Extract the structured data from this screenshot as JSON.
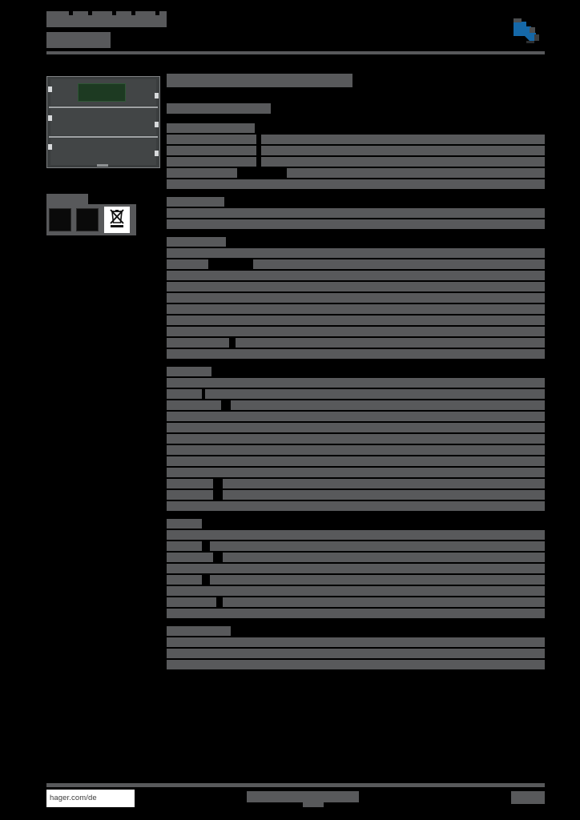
{
  "document": {
    "kind": "product-datasheet",
    "redacted": true,
    "background_color": "#000000",
    "redaction_color": "#58595b",
    "brand_color": "#1568a8"
  },
  "header": {
    "title_redacted": true,
    "title_line1_width": 150,
    "title_line2_width": 80,
    "logo_name": "hager-logo",
    "logo_color": "#1568a8"
  },
  "left_column": {
    "product_image": {
      "name": "product-photo",
      "body_color": "#3a3d3e",
      "display_color": "#1d3a22",
      "rows": 3
    },
    "certifications": {
      "name": "certification-icons",
      "icons": [
        "mark-icon",
        "mark-icon",
        "weee-crossed-bin-icon"
      ]
    }
  },
  "main": {
    "doc_title_width": 232,
    "doc_subtitle_width": 130,
    "sections": [
      {
        "head_width": 110,
        "rows": [
          {
            "label_w": 112,
            "value_x": 118,
            "value_w": 354
          },
          {
            "label_w": 112,
            "value_x": 118,
            "value_w": 354
          },
          {
            "label_w": 112,
            "value_x": 118,
            "value_w": 354
          },
          {
            "label_w": 88,
            "value_x": 150,
            "value_w": 322
          },
          {
            "label_w": 60,
            "value_x": 0,
            "value_w": 472
          }
        ]
      },
      {
        "head_width": 72,
        "rows": [
          {
            "label_w": 112,
            "value_x": 0,
            "value_w": 472
          },
          {
            "label_w": 112,
            "value_x": 0,
            "value_w": 472
          }
        ]
      },
      {
        "head_width": 74,
        "rows": [
          {
            "label_w": 106,
            "value_x": 0,
            "value_w": 472
          },
          {
            "label_w": 52,
            "value_x": 108,
            "value_w": 364
          },
          {
            "label_w": 112,
            "value_x": 0,
            "value_w": 472
          },
          {
            "label_w": 112,
            "value_x": 0,
            "value_w": 472
          },
          {
            "label_w": 112,
            "value_x": 0,
            "value_w": 472
          },
          {
            "label_w": 80,
            "value_x": 0,
            "value_w": 472
          },
          {
            "label_w": 90,
            "value_x": 0,
            "value_w": 472
          },
          {
            "label_w": 84,
            "value_x": 0,
            "value_w": 472
          },
          {
            "label_w": 78,
            "value_x": 86,
            "value_w": 386
          },
          {
            "label_w": 112,
            "value_x": 0,
            "value_w": 472
          }
        ]
      },
      {
        "head_width": 56,
        "rows": [
          {
            "label_w": 106,
            "value_x": 0,
            "value_w": 472
          },
          {
            "label_w": 44,
            "value_x": 48,
            "value_w": 424
          },
          {
            "label_w": 68,
            "value_x": 80,
            "value_w": 392
          },
          {
            "label_w": 112,
            "value_x": 0,
            "value_w": 472
          },
          {
            "label_w": 112,
            "value_x": 0,
            "value_w": 472
          },
          {
            "label_w": 112,
            "value_x": 0,
            "value_w": 472
          },
          {
            "label_w": 62,
            "value_x": 0,
            "value_w": 472
          },
          {
            "label_w": 112,
            "value_x": 0,
            "value_w": 472
          },
          {
            "label_w": 112,
            "value_x": 0,
            "value_w": 472
          },
          {
            "label_w": 58,
            "value_x": 70,
            "value_w": 402
          },
          {
            "label_w": 58,
            "value_x": 70,
            "value_w": 402
          },
          {
            "label_w": 112,
            "value_x": 0,
            "value_w": 472
          }
        ]
      },
      {
        "head_width": 44,
        "rows": [
          {
            "label_w": 106,
            "value_x": 0,
            "value_w": 472
          },
          {
            "label_w": 44,
            "value_x": 54,
            "value_w": 418
          },
          {
            "label_w": 58,
            "value_x": 70,
            "value_w": 402
          },
          {
            "label_w": 112,
            "value_x": 0,
            "value_w": 472
          },
          {
            "label_w": 44,
            "value_x": 54,
            "value_w": 418
          },
          {
            "label_w": 112,
            "value_x": 0,
            "value_w": 472
          },
          {
            "label_w": 62,
            "value_x": 70,
            "value_w": 402
          },
          {
            "label_w": 112,
            "value_x": 0,
            "value_w": 472
          }
        ]
      },
      {
        "head_width": 80,
        "rows": [
          {
            "label_w": 112,
            "value_x": 0,
            "value_w": 472
          },
          {
            "label_w": 112,
            "value_x": 0,
            "value_w": 472
          },
          {
            "label_w": 112,
            "value_x": 0,
            "value_w": 472
          }
        ]
      }
    ]
  },
  "footer": {
    "url": "hager.com/de",
    "center_redacted": true,
    "page_number_redacted": true
  }
}
